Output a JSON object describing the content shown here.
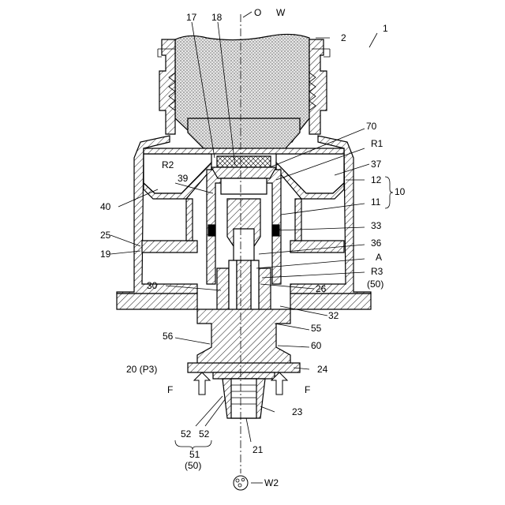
{
  "figure": {
    "reference_numeral": "1",
    "axis_label": "O",
    "labels": {
      "W": "W",
      "n17": "17",
      "n18": "18",
      "n2": "2",
      "n70": "70",
      "R1": "R1",
      "R2": "R2",
      "n37": "37",
      "n39": "39",
      "n12": "12",
      "n10": "10",
      "n11": "11",
      "n40": "40",
      "n33": "33",
      "n25": "25",
      "n36": "36",
      "n19": "19",
      "A": "A",
      "R3": "R3",
      "R3_sub": "(50)",
      "n30": "30",
      "n26": "26",
      "n32": "32",
      "n55": "55",
      "n56": "56",
      "n60": "60",
      "n20": "20 (P3)",
      "n24": "24",
      "F_left": "F",
      "F_right": "F",
      "n23": "23",
      "n52a": "52",
      "n52b": "52",
      "n51": "51",
      "n51_sub": "(50)",
      "n21": "21",
      "W2": "W2"
    }
  }
}
